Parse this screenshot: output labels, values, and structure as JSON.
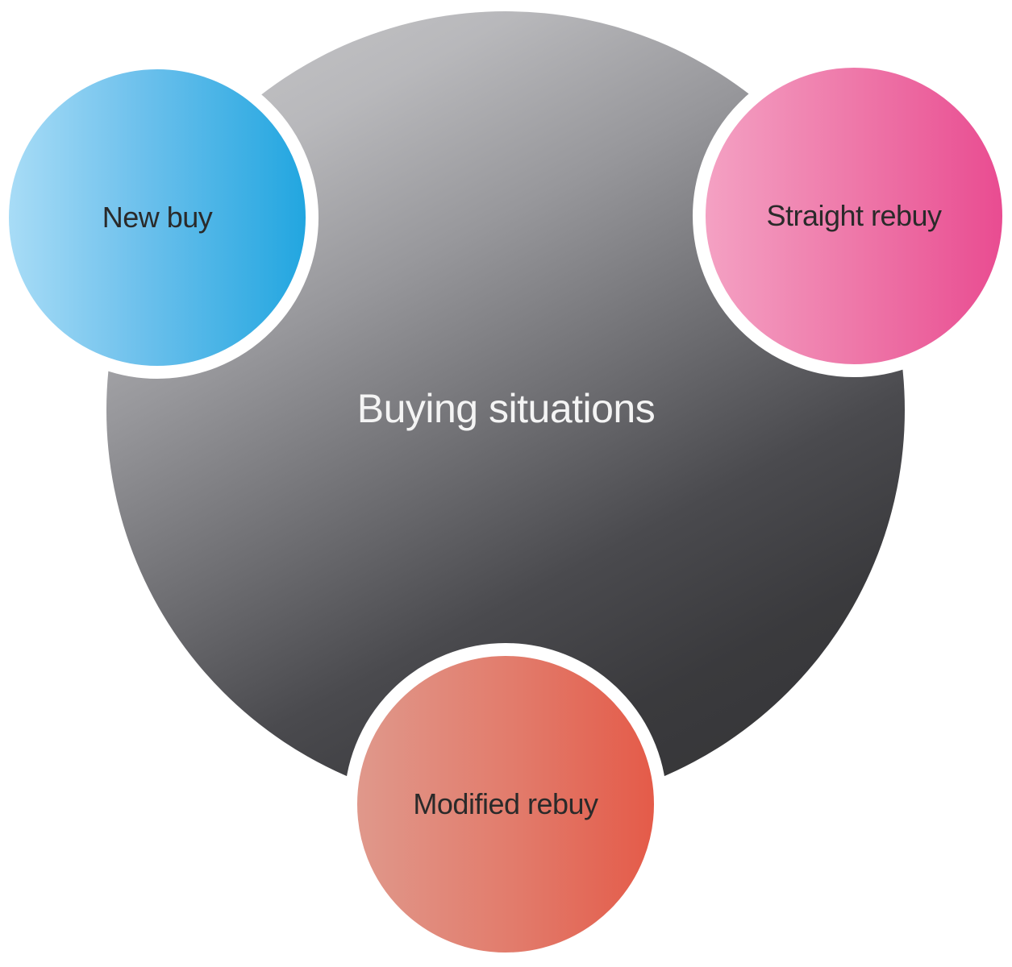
{
  "diagram": {
    "center": {
      "label": "Buying situations"
    },
    "nodes": [
      {
        "label": "New buy",
        "color": "#3fb1e6"
      },
      {
        "label": "Straight rebuy",
        "color": "#ec5f9c"
      },
      {
        "label": "Modified rebuy",
        "color": "#e36553"
      }
    ],
    "center_color": "#5a5a5e"
  }
}
